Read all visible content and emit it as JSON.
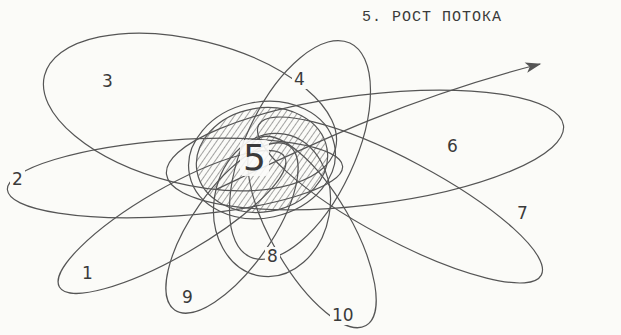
{
  "diagram": {
    "title": "5. РОСТ ПОТОКА",
    "labels": [
      "3",
      "4",
      "2",
      "6",
      "5",
      "7",
      "1",
      "8",
      "9",
      "10"
    ]
  }
}
